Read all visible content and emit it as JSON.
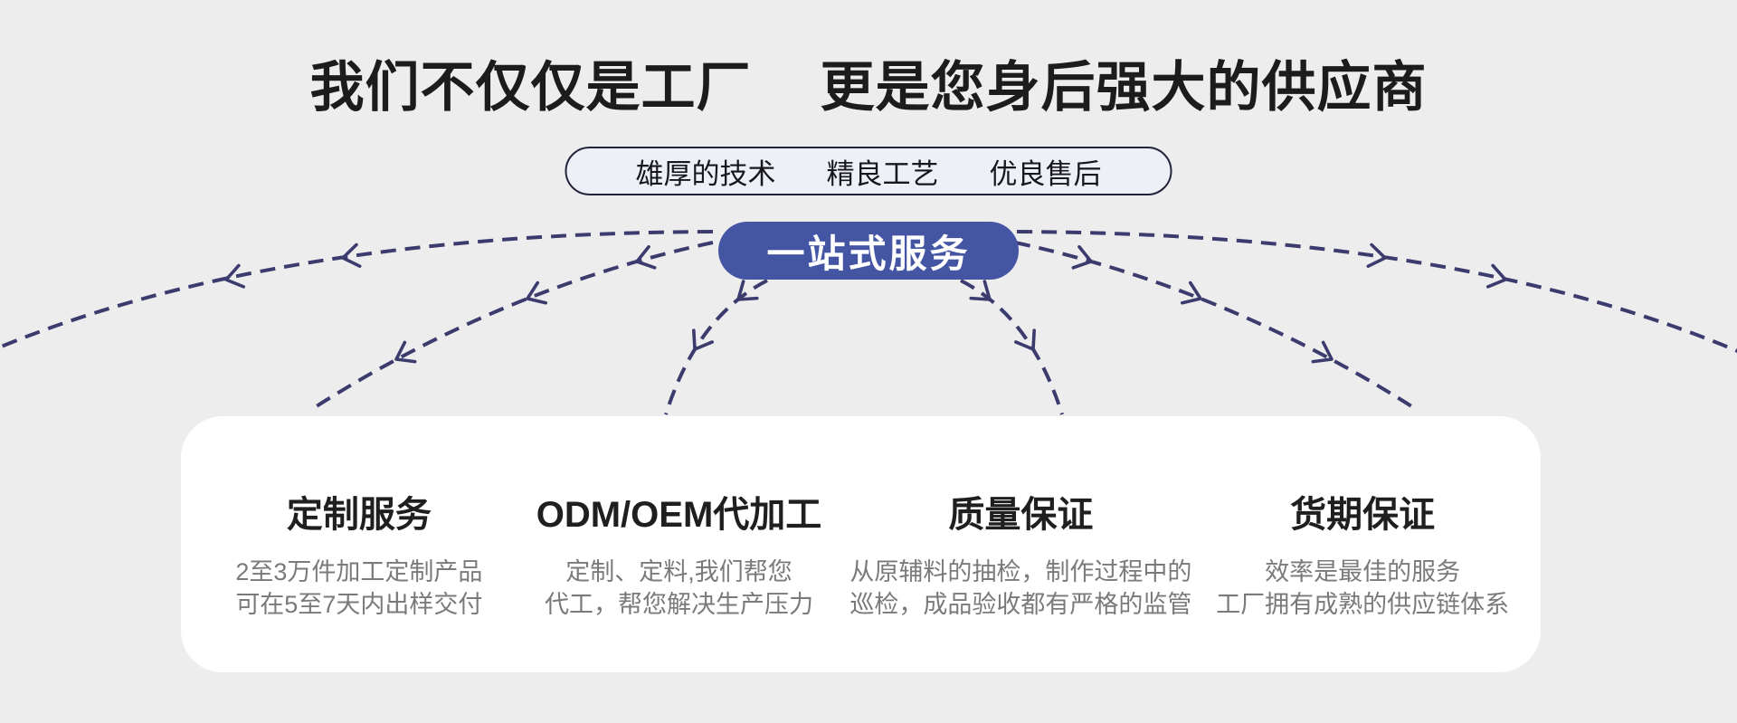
{
  "title": {
    "part1": "我们不仅仅是工厂",
    "part2": "更是您身后强大的供应商"
  },
  "features_pill": {
    "items": [
      "雄厚的技术",
      "精良工艺",
      "优良售后"
    ]
  },
  "service_button": {
    "label": "一站式服务"
  },
  "columns": [
    {
      "title": "定制服务",
      "lines": [
        "2至3万件加工定制产品",
        "可在5至7天内出样交付"
      ]
    },
    {
      "title": "ODM/OEM代加工",
      "lines": [
        "定制、定料,我们帮您",
        "代工，帮您解决生产压力"
      ]
    },
    {
      "title": "质量保证",
      "lines": [
        "从原辅料的抽检，制作过程中的",
        "巡检，成品验收都有严格的监管"
      ]
    },
    {
      "title": "货期保证",
      "lines": [
        "效率是最佳的服务",
        "工厂拥有成熟的供应链体系"
      ]
    }
  ],
  "colors": {
    "bg": "#ededee",
    "card": "#ffffff",
    "accent": "#4456a3",
    "arc": "#3b3b6e",
    "ink": "#1c1c1c",
    "muted": "#7a7a7a",
    "pill-bg": "#edf0f7",
    "pill-border": "#23243a"
  }
}
